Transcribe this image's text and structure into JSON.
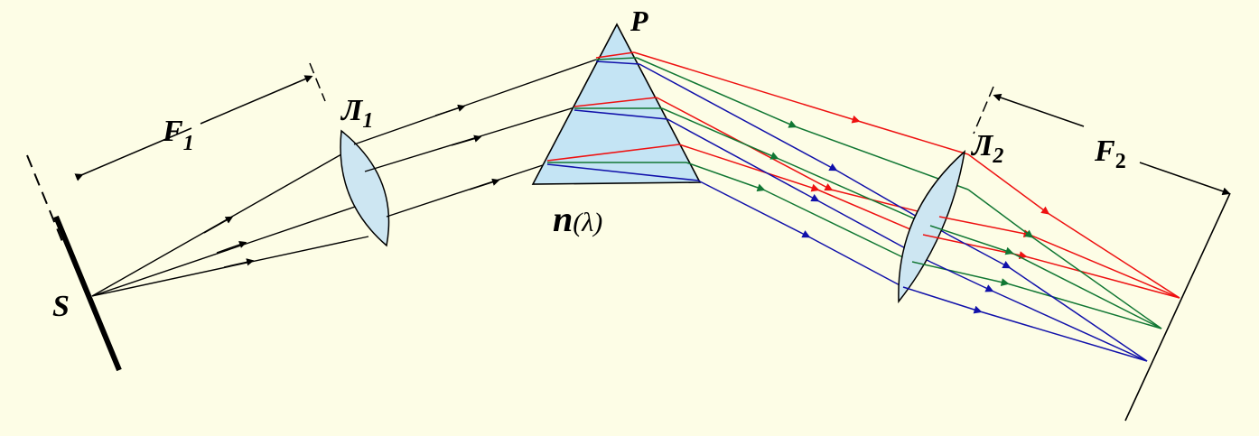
{
  "labels": {
    "source": "S",
    "focal_1": "F",
    "focal_1_sub": "1",
    "lens_1": "Л",
    "lens_1_sub": "1",
    "prism": "P",
    "refractive_index": "n",
    "refractive_index_arg": "(λ)",
    "lens_2": "Л",
    "lens_2_sub": "2",
    "focal_2": "F",
    "focal_2_sub": "2"
  },
  "colors": {
    "background": "#fdfde6",
    "ink": "#000000",
    "lens_fill": "#cde6f2",
    "prism_fill": "#c4e4f4",
    "ray_red": "#ee1111",
    "ray_green": "#117733",
    "ray_blue": "#1111aa"
  }
}
